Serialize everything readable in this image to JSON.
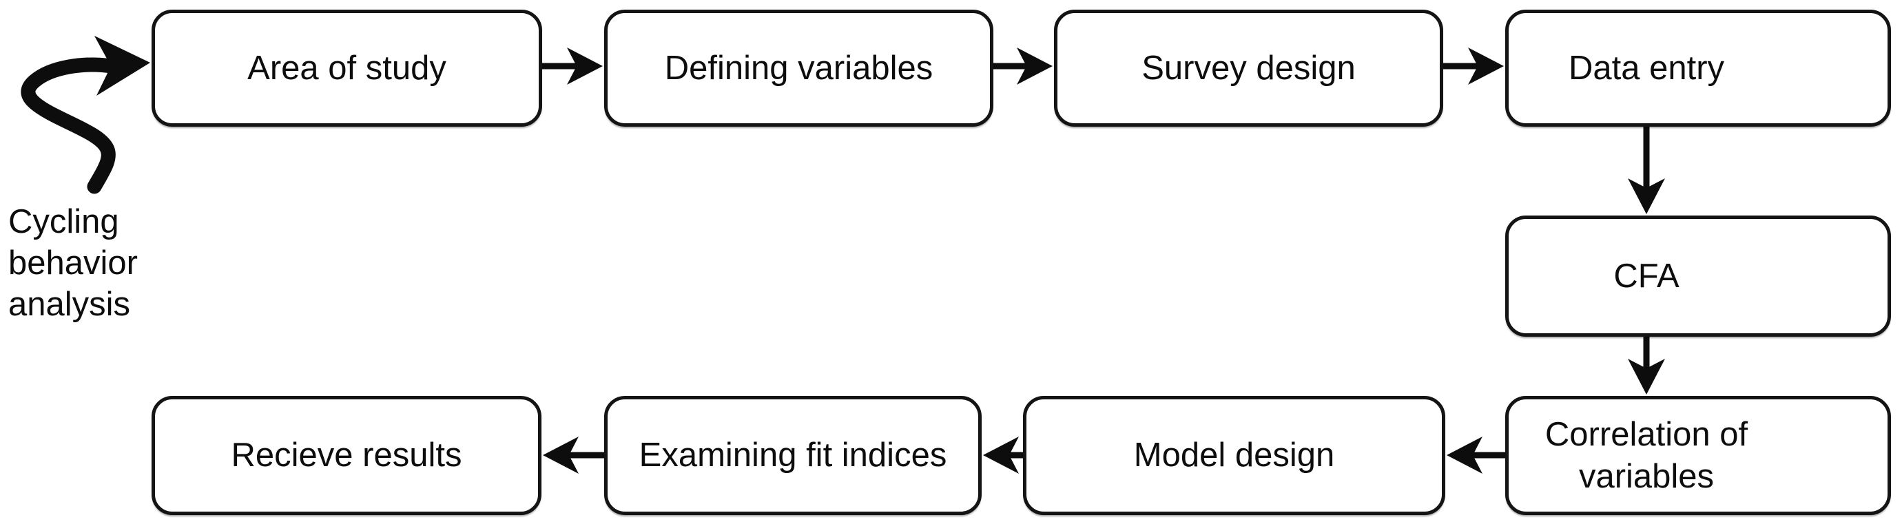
{
  "diagram_type": "flowchart",
  "colors": {
    "background": "#ffffff",
    "stroke": "#141414",
    "text": "#0d0d0d"
  },
  "annotation": {
    "line1": "Cycling",
    "line2": "behavior",
    "line3": "analysis"
  },
  "nodes": {
    "area_of_study": "Area of study",
    "defining_variables": "Defining variables",
    "survey_design": "Survey design",
    "data_entry": "Data entry",
    "cfa": "CFA",
    "correlation_of_variables": "Correlation of variables",
    "model_design": "Model design",
    "examining_fit_indices": "Examining fit indices",
    "recieve_results": "Recieve results"
  },
  "edges": [
    {
      "from": "Cycling behavior analysis",
      "to": "Area of study",
      "style": "curved-squiggle-arrow"
    },
    {
      "from": "Area of study",
      "to": "Defining variables",
      "direction": "right"
    },
    {
      "from": "Defining variables",
      "to": "Survey design",
      "direction": "right"
    },
    {
      "from": "Survey design",
      "to": "Data entry",
      "direction": "right"
    },
    {
      "from": "Data entry",
      "to": "CFA",
      "direction": "down"
    },
    {
      "from": "CFA",
      "to": "Correlation of variables",
      "direction": "down"
    },
    {
      "from": "Correlation of variables",
      "to": "Model design",
      "direction": "left"
    },
    {
      "from": "Model design",
      "to": "Examining fit indices",
      "direction": "left"
    },
    {
      "from": "Examining fit indices",
      "to": "Recieve results",
      "direction": "left"
    }
  ]
}
